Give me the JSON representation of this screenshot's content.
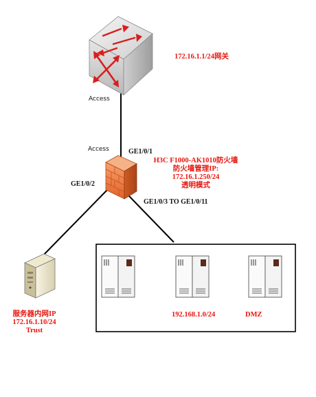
{
  "router": {
    "name_label": "172.16.1.1/24网关",
    "port_label": "Access"
  },
  "firewall": {
    "port_label_top": "Access",
    "uplink_port": "GE1/0/1",
    "server_port": "GE1/0/2",
    "dmz_ports": "GE1/0/3 TO GE1/0/11",
    "info_lines": [
      "H3C F1000-AK1010防火墙",
      "防火墙管理IP:",
      "172.16.1.250/24",
      "透明模式"
    ]
  },
  "server": {
    "info_lines": [
      "服务器内网IP",
      "172.16.1.10/24",
      "Trust"
    ]
  },
  "dmz": {
    "subnet_label": "192.168.1.0/24",
    "zone_label": "DMZ"
  },
  "colors": {
    "label_red": "#e8160f",
    "firewall_orange": "#f07a3c",
    "router_gray": "#d9d9d9",
    "arrow_red": "#d81e1e"
  }
}
